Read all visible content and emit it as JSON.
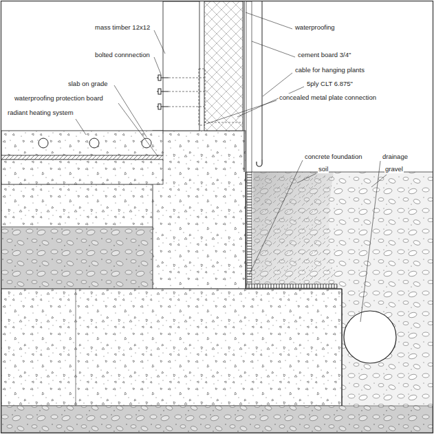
{
  "diagram": {
    "labels": [
      "mass timber 12x12",
      "bolted connnection",
      "slab on grade",
      "waterproofing protection board",
      "radiant heating system",
      "waterproofing",
      "cement board 3/4\"",
      "cable for hanging plants",
      "5ply CLT 6.875\"",
      "concealed metal plate connection",
      "concrete foundation",
      "drainage",
      "soil",
      "gravel"
    ]
  }
}
